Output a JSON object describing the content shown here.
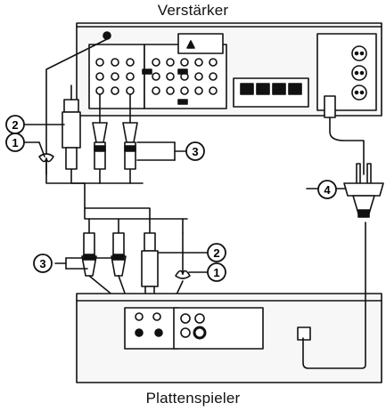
{
  "labels": {
    "amplifier": "Verstärker",
    "turntable": "Plattenspieler"
  },
  "callouts": [
    {
      "id": "ground-lug",
      "number": "1"
    },
    {
      "id": "ground-wire",
      "number": "2"
    },
    {
      "id": "signal-plugs",
      "number": "3"
    },
    {
      "id": "power-plug",
      "number": "4"
    }
  ],
  "colors": {
    "line": "#111111",
    "paper": "#ffffff",
    "panel": "#f7f7f7"
  }
}
